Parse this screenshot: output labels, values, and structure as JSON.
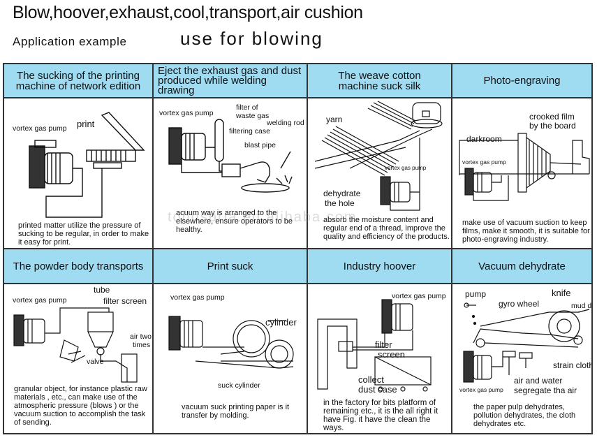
{
  "title": "Blow,hoover,exhaust,cool,transport,air cushion",
  "subtitle": "Application example",
  "heading": "use for blowing",
  "watermark": "tonosoria.en.alibaba.com",
  "row1": [
    {
      "header": "The sucking of the printing machine of network edition",
      "labels": [
        "vortex gas pump",
        "print"
      ],
      "desc": "printed matter utilize the pressure of sucking to be regular, in order to make it easy for print."
    },
    {
      "header": "Eject the exhaust gas and dust produced while welding drawing",
      "labels": [
        "vortex gas pump",
        "filter of",
        "waste gas",
        "filtering case",
        "welding rod",
        "blast pipe"
      ],
      "desc": "acuum way is arranged to the elsewhere, ensure operators to be healthy."
    },
    {
      "header": "The weave cotton machine suck silk",
      "labels": [
        "yarn",
        "vortex gas pump",
        "dehydrate",
        "the hole"
      ],
      "desc": "absorb the moisture content and regular end of a thread, improve the quality and efficiency of the products."
    },
    {
      "header": "Photo-engraving",
      "labels": [
        "crooked film",
        "by the board",
        "darkroom",
        "vortex gas pump"
      ],
      "desc": "make use of vacuum suction to keep films, make it smooth, it is suitable for photo-engraving industry."
    }
  ],
  "row2": [
    {
      "header": "The powder body transports",
      "labels": [
        "tube",
        "vortex gas pump",
        "filter screen",
        "air two",
        "times",
        "valve"
      ],
      "desc": "granular object, for instance plastic raw materials , etc., can make use of the atmospheric pressure (blows ) or the vacuum suction to accomplish the task of sending."
    },
    {
      "header": "Print suck",
      "labels": [
        "vortex gas pump",
        "cylinder",
        "suck cylinder"
      ],
      "desc": "vacuum suck printing paper is it transfer by molding."
    },
    {
      "header": "Industry hoover",
      "labels": [
        "vortex gas pump",
        "filter",
        "screen",
        "collect",
        "dust case"
      ],
      "desc": "in the factory for bits platform of remaining etc., it is the all right it have Fig. it have the clean the ways."
    },
    {
      "header": "Vacuum dehydrate",
      "labels": [
        "pump",
        "gyro wheel",
        "knife",
        "mud do",
        "strain cloth",
        "air and water",
        "segregate tha air",
        "vortex gas pump"
      ],
      "desc": "the paper pulp dehydrates, pollution dehydrates, the cloth dehydrates etc."
    }
  ]
}
